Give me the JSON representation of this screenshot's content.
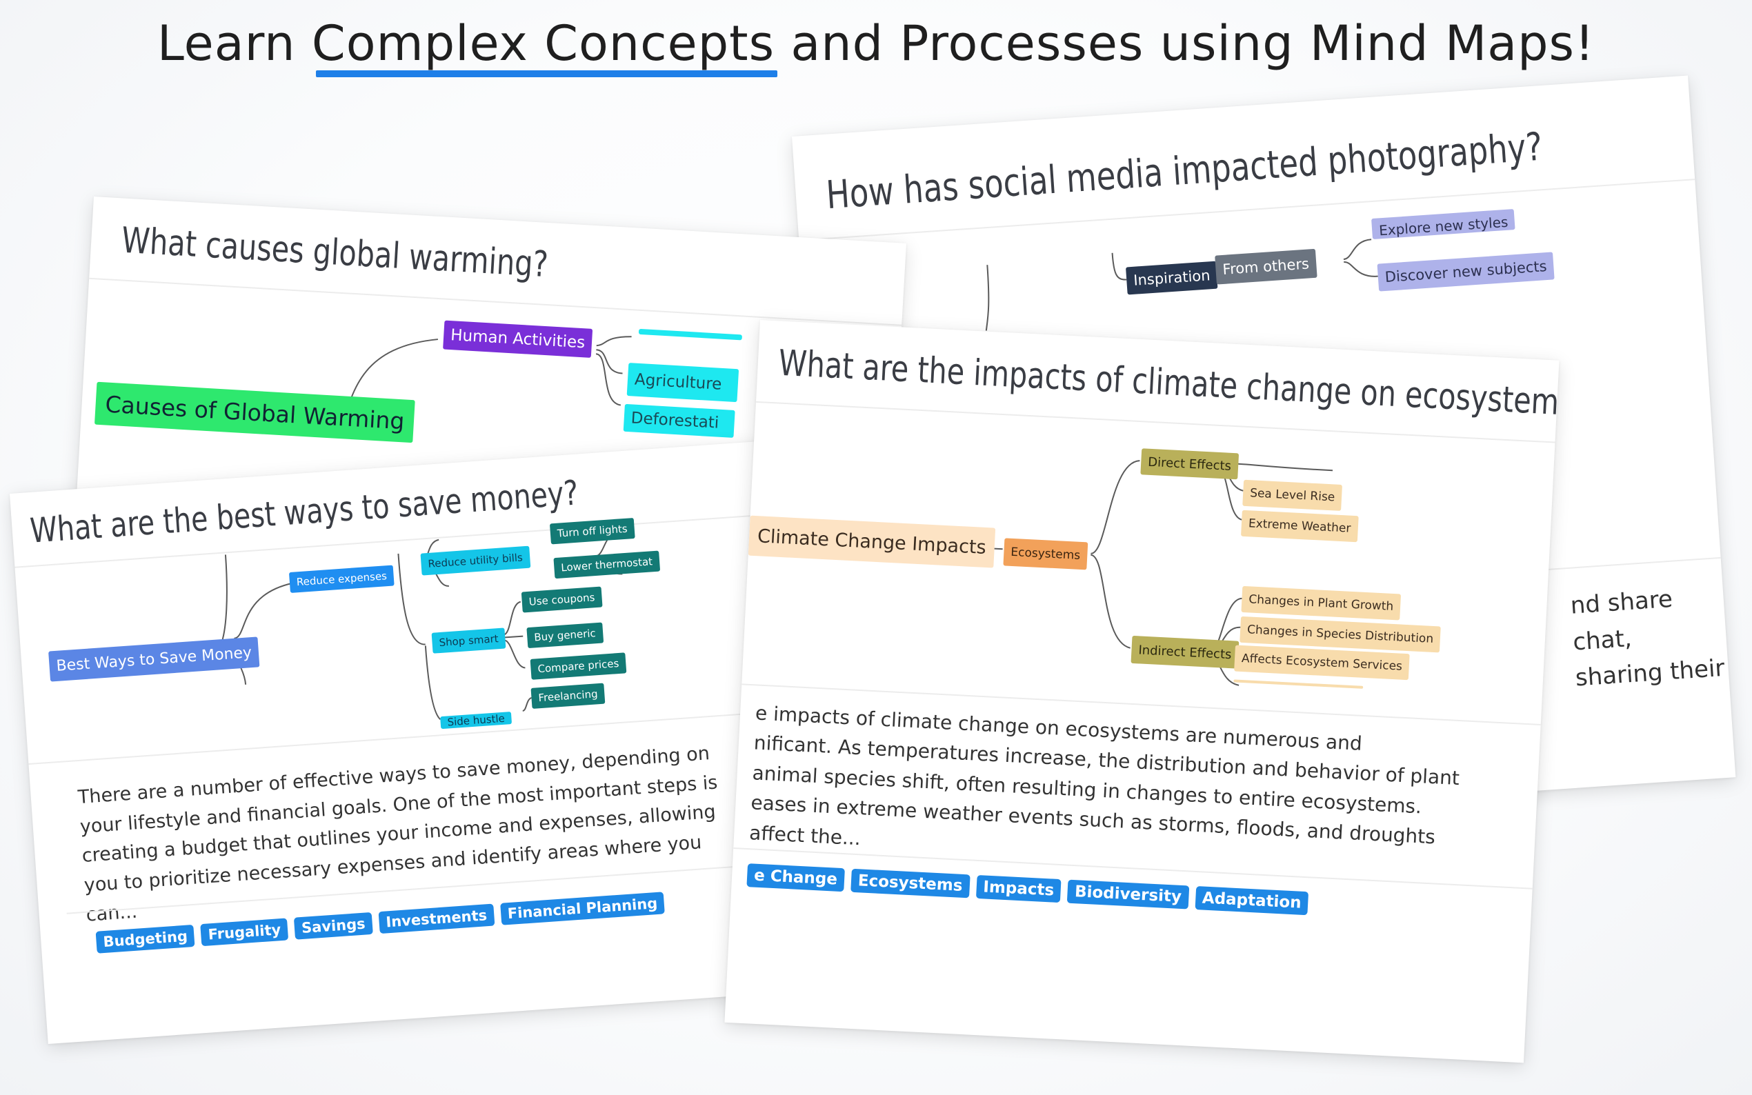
{
  "headline": {
    "prefix": "Learn ",
    "highlight": "Complex Concepts",
    "suffix": " and Processes using Mind Maps!",
    "accent_color": "#1e7fe8"
  },
  "cards": {
    "social_media": {
      "title": "How has social media impacted photography?",
      "nodes": {
        "inspiration": "Inspiration",
        "from_others": "From others",
        "explore_new_styles": "Explore new styles",
        "discover_new_subjects": "Discover new subjects"
      },
      "desc_fragments": [
        "nd share",
        "chat,",
        "sharing their"
      ]
    },
    "global_warming": {
      "title": "What causes global warming?",
      "nodes": {
        "root": "Causes of Global Warming",
        "human_activities": "Human Activities",
        "agriculture": "Agriculture",
        "deforestation_partial": "Deforestati"
      },
      "colors": {
        "root": "#2ee86e",
        "human": "#7a2fd8",
        "child": "#1ee8f0"
      }
    },
    "save_money": {
      "title": "What are the best ways to save money?",
      "nodes": {
        "root": "Best Ways to Save Money",
        "reduce_expenses": "Reduce expenses",
        "reduce_utility_bills": "Reduce utility bills",
        "turn_off_lights": "Turn off lights",
        "lower_thermostat": "Lower thermostat",
        "shop_smart": "Shop smart",
        "use_coupons": "Use coupons",
        "buy_generic": "Buy generic",
        "compare_prices": "Compare prices",
        "side_hustle": "Side hustle",
        "freelancing": "Freelancing"
      },
      "description": "There are a number of effective ways to save money, depending on your lifestyle and financial goals. One of the most important steps is creating a budget that outlines your income and expenses, allowing you to prioritize necessary expenses and identify areas where you can...",
      "tags": [
        "Budgeting",
        "Frugality",
        "Savings",
        "Investments",
        "Financial Planning"
      ],
      "colors": {
        "root": "#5b86e5",
        "level1": "#1f8ef1",
        "level2": "#14c5e8",
        "leaf": "#137a75"
      }
    },
    "climate": {
      "title": "What are the impacts of climate change on ecosystems?",
      "nodes": {
        "root": "Climate Change Impacts",
        "ecosystems": "Ecosystems",
        "direct_effects": "Direct Effects",
        "sea_level_rise": "Sea Level Rise",
        "extreme_weather": "Extreme Weather",
        "indirect_effects": "Indirect Effects",
        "changes_plant_growth": "Changes in Plant Growth",
        "changes_species_distribution": "Changes in Species Distribution",
        "affects_ecosystem_services": "Affects Ecosystem Services"
      },
      "description": "e impacts of climate change on ecosystems are numerous and nificant. As temperatures increase, the distribution and behavior of plant animal species shift, often resulting in changes to entire ecosystems. eases in extreme weather events such as storms, floods, and droughts affect the...",
      "desc_lines": [
        "e impacts of climate change on ecosystems are numerous and",
        "nificant. As temperatures increase, the distribution and behavior of plant",
        "animal species shift, often resulting in changes to entire ecosystems.",
        "eases in extreme weather events such as storms, floods, and droughts",
        "affect the..."
      ],
      "tags": [
        "e Change",
        "Ecosystems",
        "Impacts",
        "Biodiversity",
        "Adaptation"
      ],
      "colors": {
        "root": "#fde3c4",
        "ecosystems": "#f2a15a",
        "effects": "#b9b05a",
        "leaf": "#f8dcac"
      }
    }
  }
}
